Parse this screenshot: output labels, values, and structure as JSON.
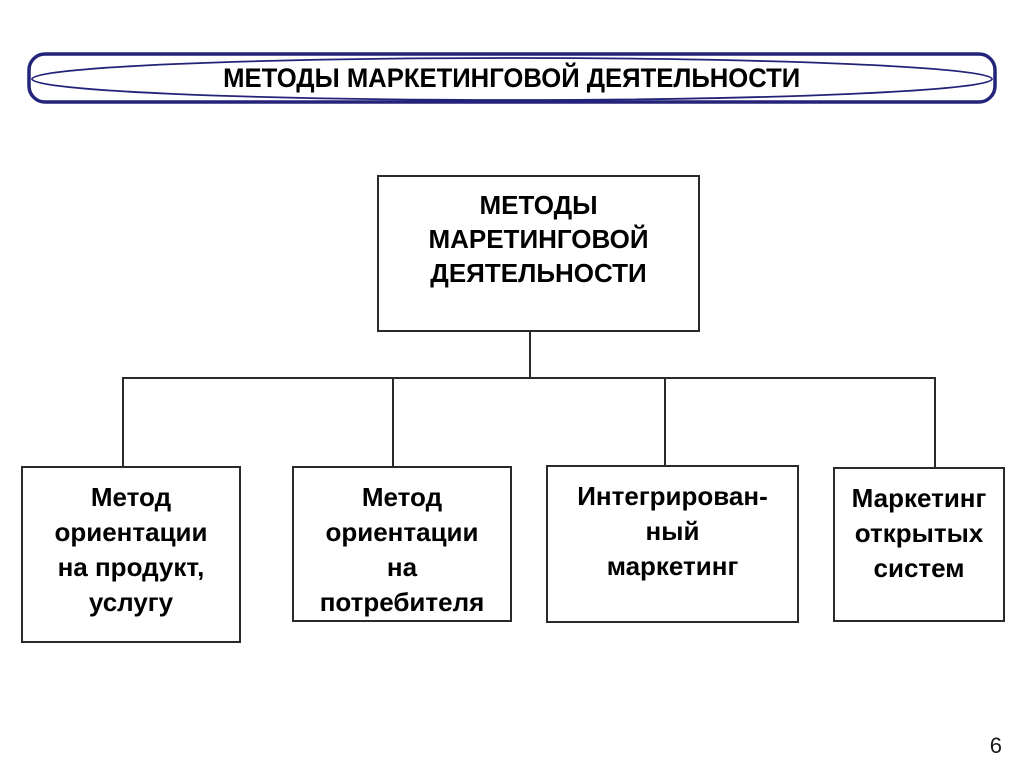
{
  "banner": {
    "title": "МЕТОДЫ МАРКЕТИНГОВОЙ ДЕЯТЕЛЬНОСТИ"
  },
  "tree": {
    "root": {
      "label": "МЕТОДЫ\nМАРЕТИНГОВОЙ\nДЕЯТЕЛЬНОСТИ"
    },
    "children": [
      {
        "label": "Метод\nориентации\nна продукт,\nуслугу"
      },
      {
        "label": "Метод\nориентации\nна\nпотребителя"
      },
      {
        "label": "Интегрирован-\nный\nмаркетинг"
      },
      {
        "label": "Маркетинг\nоткрытых\nсистем"
      }
    ]
  },
  "footer": {
    "page_number": "6"
  },
  "colors": {
    "background": "#ffffff",
    "text": "#000000",
    "box_border": "#2a2a2a",
    "connector_line": "#2a2a2a",
    "banner_border": "#23237a"
  }
}
